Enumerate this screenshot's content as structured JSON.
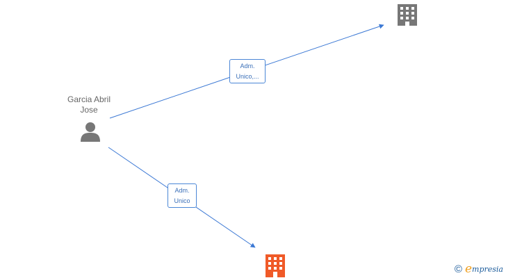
{
  "person": {
    "name_line1": "Garcia Abril",
    "name_line2": "Jose",
    "icon": "person-icon"
  },
  "companies": [
    {
      "icon": "building-icon",
      "color": "#777777"
    },
    {
      "icon": "building-icon",
      "color": "#f05a28"
    }
  ],
  "edges": [
    {
      "label_line1": "Adm.",
      "label_line2": "Unico,..."
    },
    {
      "label_line1": "Adm.",
      "label_line2": "Unico"
    }
  ],
  "colors": {
    "edge": "#3b78d4",
    "label_border": "#4a86d6"
  },
  "watermark": {
    "symbol": "©",
    "brand_initial": "e",
    "brand_rest": "mpresia"
  }
}
